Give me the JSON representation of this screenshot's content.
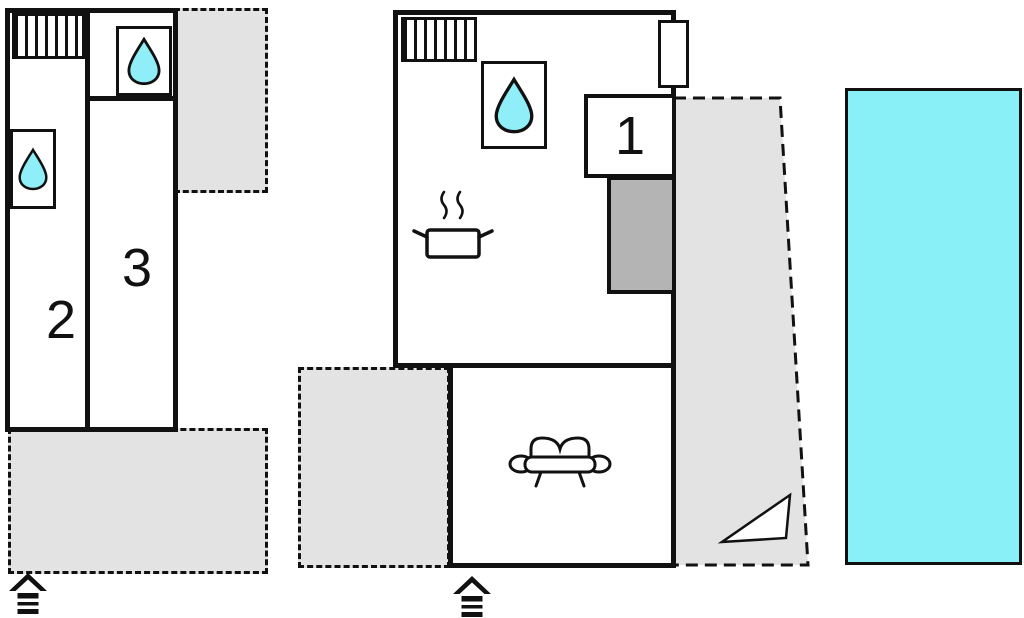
{
  "rooms": {
    "room_1": "1",
    "room_2": "2",
    "room_3": "3"
  },
  "icons": [
    "water-drop-icon",
    "window-radiator-icon",
    "stove-steam-icon",
    "sofa-icon",
    "stairs-block",
    "door",
    "entrance-house-icon",
    "direction-wedge-icon",
    "swimming-pool"
  ],
  "colors": {
    "wall": "#111111",
    "water_drop": "#8feef8",
    "pool_fill": "#8af0f8",
    "terrace_fill": "#e3e3e3",
    "stairs_fill": "#b4b4b4",
    "background": "#ffffff"
  }
}
